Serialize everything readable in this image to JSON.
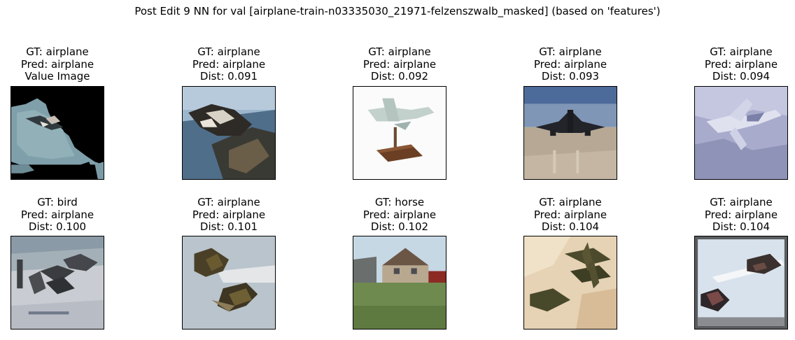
{
  "figure": {
    "title": "Post Edit 9 NN for val [airplane-train-n03335030_21971-felzenszwalb_masked] (based on 'features')"
  },
  "panels": [
    {
      "gt": "GT: airplane",
      "pred": "Pred: airplane",
      "extra": "Value Image"
    },
    {
      "gt": "GT: airplane",
      "pred": "Pred: airplane",
      "extra": "Dist: 0.091"
    },
    {
      "gt": "GT: airplane",
      "pred": "Pred: airplane",
      "extra": "Dist: 0.092"
    },
    {
      "gt": "GT: airplane",
      "pred": "Pred: airplane",
      "extra": "Dist: 0.093"
    },
    {
      "gt": "GT: airplane",
      "pred": "Pred: airplane",
      "extra": "Dist: 0.094"
    },
    {
      "gt": "GT: bird",
      "pred": "Pred: airplane",
      "extra": "Dist: 0.100"
    },
    {
      "gt": "GT: airplane",
      "pred": "Pred: airplane",
      "extra": "Dist: 0.101"
    },
    {
      "gt": "GT: horse",
      "pred": "Pred: airplane",
      "extra": "Dist: 0.102"
    },
    {
      "gt": "GT: airplane",
      "pred": "Pred: airplane",
      "extra": "Dist: 0.104"
    },
    {
      "gt": "GT: airplane",
      "pred": "Pred: airplane",
      "extra": "Dist: 0.104"
    }
  ]
}
